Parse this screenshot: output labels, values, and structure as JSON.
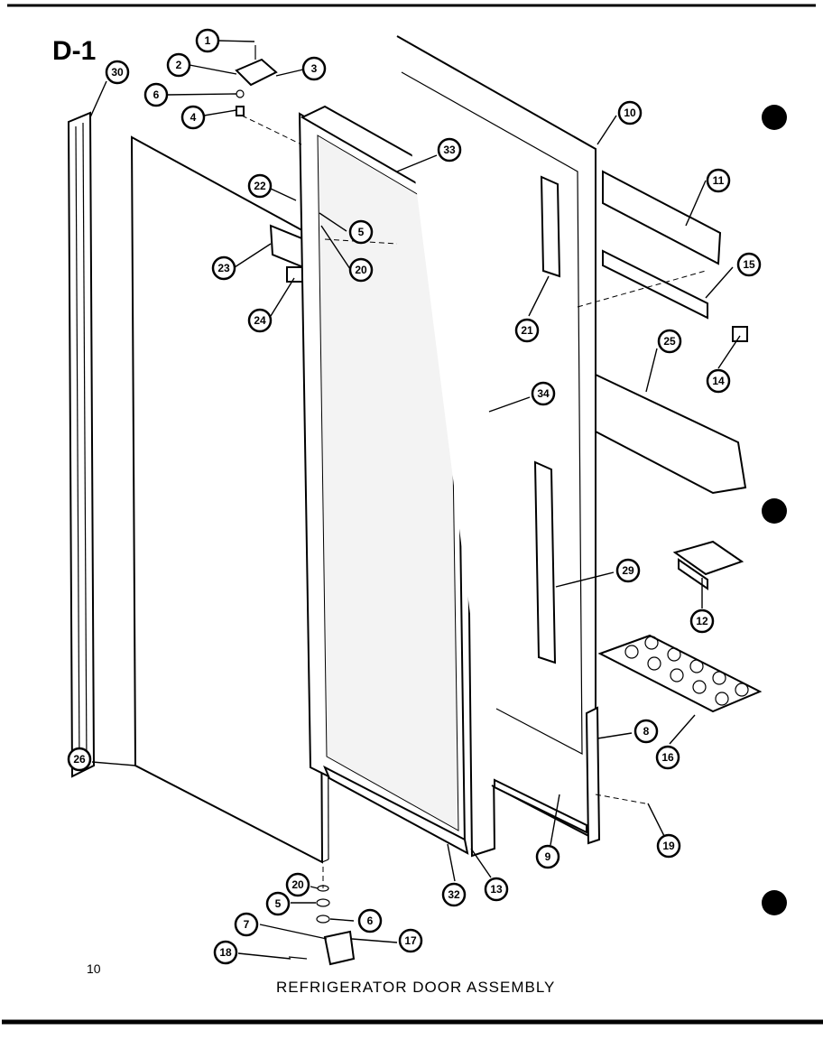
{
  "section_code": "D-1",
  "page_number": "10",
  "title": "REFRIGERATOR  DOOR  ASSEMBLY",
  "callouts": [
    {
      "id": "c1",
      "label": "1"
    },
    {
      "id": "c2",
      "label": "2"
    },
    {
      "id": "c3",
      "label": "3"
    },
    {
      "id": "c6a",
      "label": "6"
    },
    {
      "id": "c4",
      "label": "4"
    },
    {
      "id": "c30",
      "label": "30"
    },
    {
      "id": "c22",
      "label": "22"
    },
    {
      "id": "c5a",
      "label": "5"
    },
    {
      "id": "c20a",
      "label": "20"
    },
    {
      "id": "c23",
      "label": "23"
    },
    {
      "id": "c24",
      "label": "24"
    },
    {
      "id": "c33",
      "label": "33"
    },
    {
      "id": "c10",
      "label": "10"
    },
    {
      "id": "c11",
      "label": "11"
    },
    {
      "id": "c15",
      "label": "15"
    },
    {
      "id": "c14",
      "label": "14"
    },
    {
      "id": "c21",
      "label": "21"
    },
    {
      "id": "c25",
      "label": "25"
    },
    {
      "id": "c34",
      "label": "34"
    },
    {
      "id": "c29",
      "label": "29"
    },
    {
      "id": "c12",
      "label": "12"
    },
    {
      "id": "c26",
      "label": "26"
    },
    {
      "id": "c8",
      "label": "8"
    },
    {
      "id": "c16",
      "label": "16"
    },
    {
      "id": "c19",
      "label": "19"
    },
    {
      "id": "c9",
      "label": "9"
    },
    {
      "id": "c13",
      "label": "13"
    },
    {
      "id": "c32",
      "label": "32"
    },
    {
      "id": "c20b",
      "label": "20"
    },
    {
      "id": "c5b",
      "label": "5"
    },
    {
      "id": "c6b",
      "label": "6"
    },
    {
      "id": "c7",
      "label": "7"
    },
    {
      "id": "c17",
      "label": "17"
    },
    {
      "id": "c18",
      "label": "18"
    }
  ]
}
